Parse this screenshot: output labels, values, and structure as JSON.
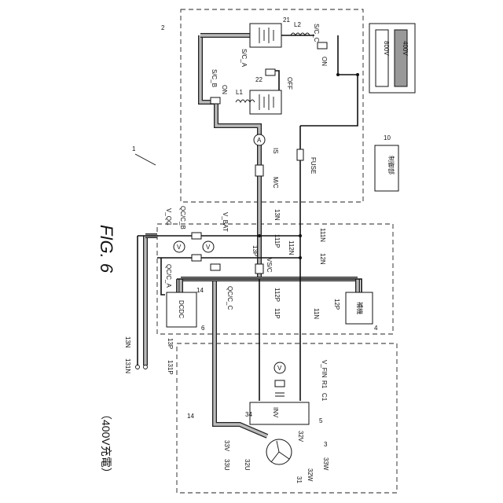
{
  "figure": {
    "title": "FIG. 6",
    "mode_label": "（400V充電）"
  },
  "refs": {
    "r1": "1",
    "r2": "2",
    "r3": "3",
    "r4": "4",
    "r5": "5",
    "r6": "6",
    "r10": "10",
    "r14": "14",
    "r21": "21",
    "r22": "22",
    "r31": "31",
    "r34": "34"
  },
  "components": {
    "inverter": "INV",
    "dcdc": "DCDC",
    "aux": "補機",
    "controller": "制御部",
    "fuse": "FUSE",
    "ammeter": "A",
    "voltmeter": "V"
  },
  "switches": {
    "scb": "S/C_B",
    "sca": "S/C_A",
    "scc": "S/C_C",
    "on1": "ON",
    "off": "OFF",
    "on2": "ON",
    "mc": "M/C",
    "qca": "QC/C_A",
    "qcb": "QC/C_B",
    "qcc": "QC/C_C",
    "vsc": "VS/C"
  },
  "signals": {
    "is": "IS",
    "vqc": "V_QC",
    "vbat": "V_BAT",
    "vfin": "V_FIN"
  },
  "parts": {
    "l1": "L1",
    "l2": "L2",
    "c1": "C1",
    "rr1": "R1"
  },
  "legend": {
    "v800": "800V",
    "v400": "400V"
  },
  "lines": {
    "n11": "11N",
    "p11": "11P",
    "n12": "12N",
    "p12": "12P",
    "n13": "13N",
    "p13": "13P",
    "n111": "111N",
    "p111": "111P",
    "n112": "112N",
    "p112": "112P",
    "n131": "131N",
    "p131": "131P"
  },
  "motor": {
    "u": "33U",
    "v": "33V",
    "w": "33W",
    "u2": "32U",
    "v2": "32V",
    "w2": "32W"
  }
}
